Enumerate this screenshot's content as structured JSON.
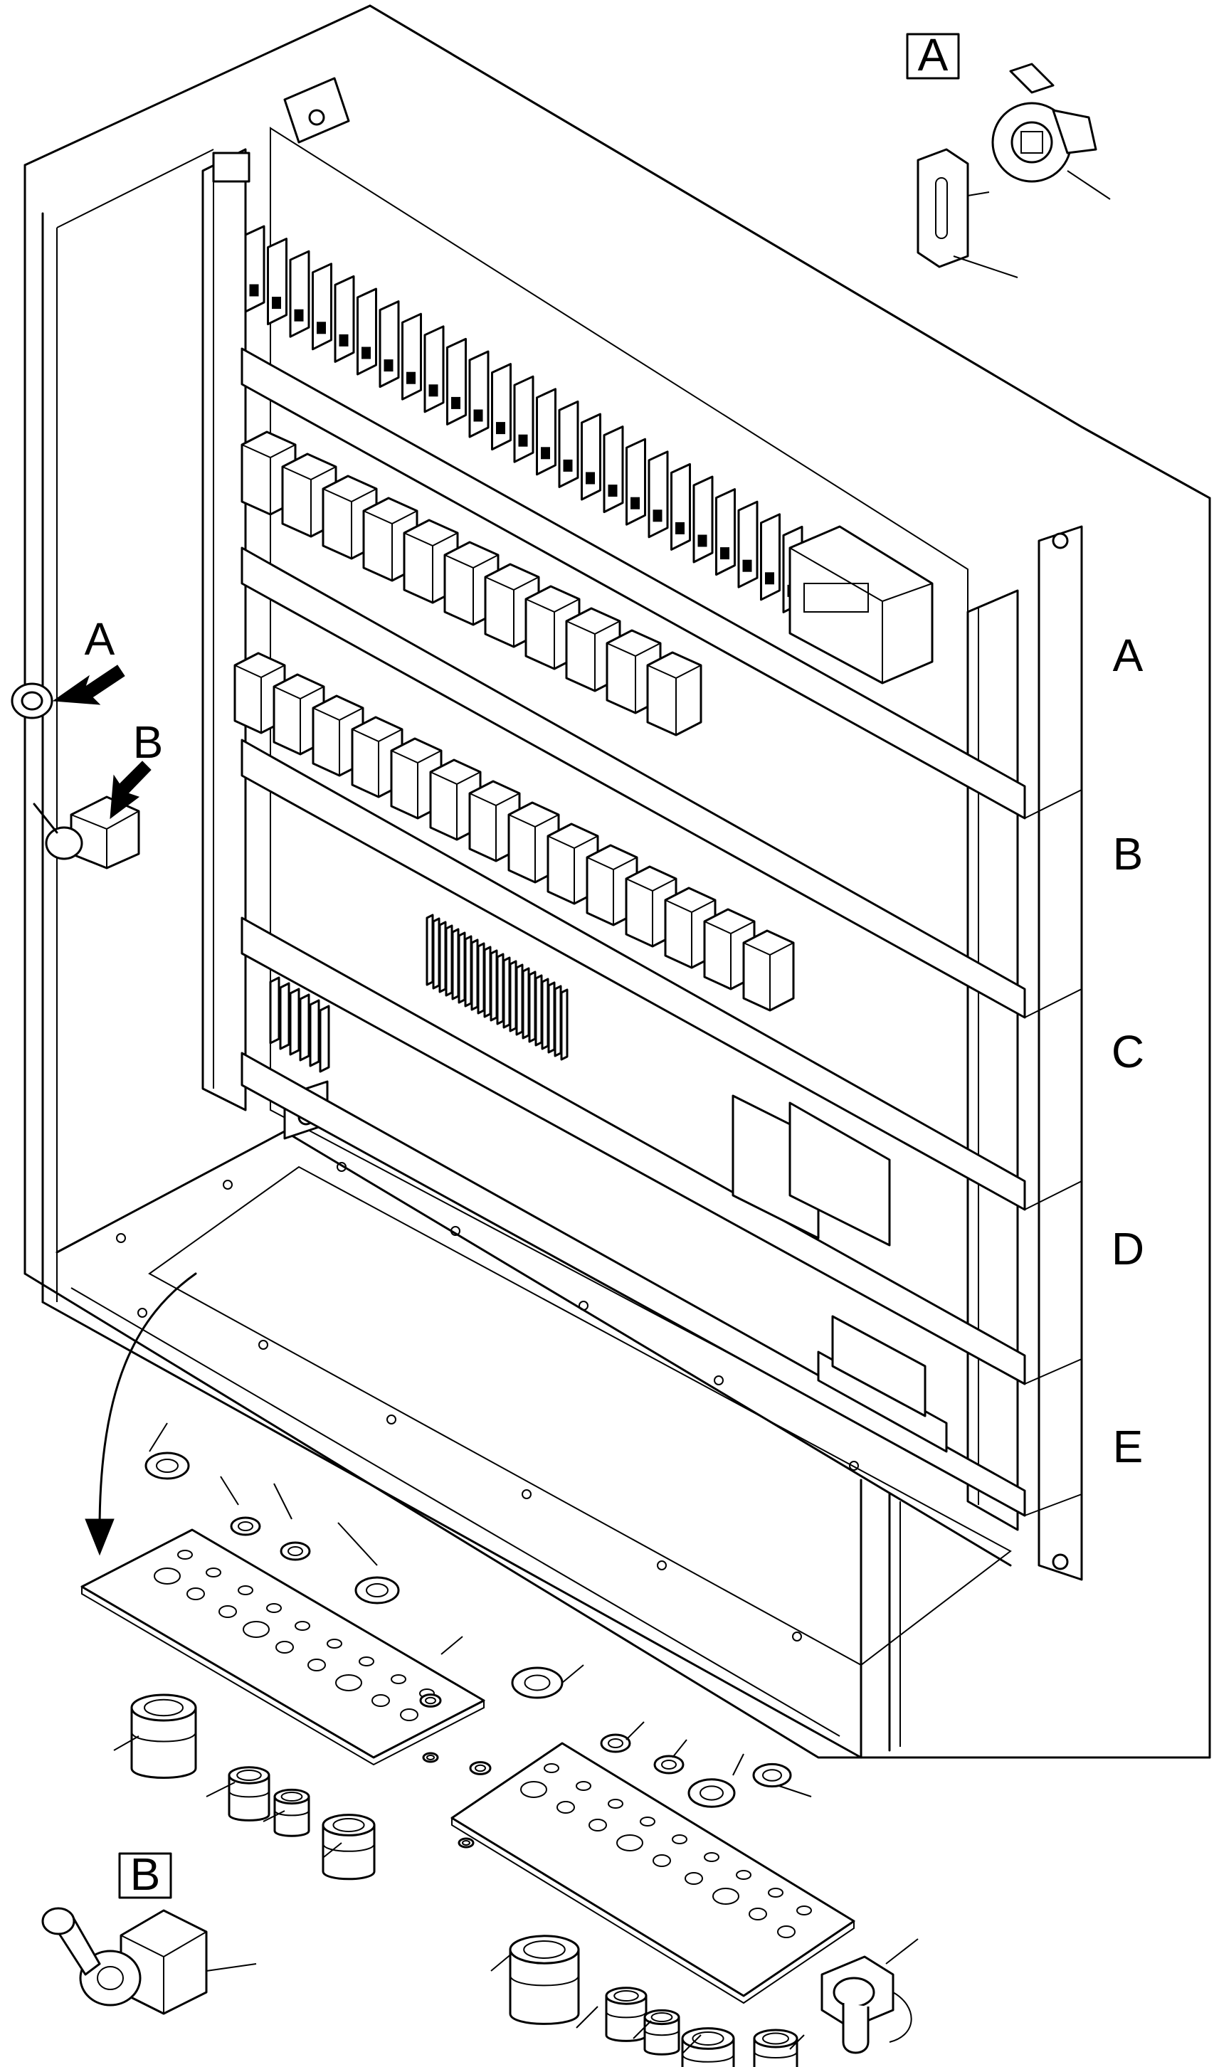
{
  "callouts": {
    "inset_a": "A",
    "inset_b": "B",
    "door_a": "A",
    "door_b": "B"
  },
  "rail_labels": [
    "A",
    "B",
    "C",
    "D",
    "E"
  ],
  "colors": {
    "line": "#000000",
    "background": "#ffffff"
  }
}
